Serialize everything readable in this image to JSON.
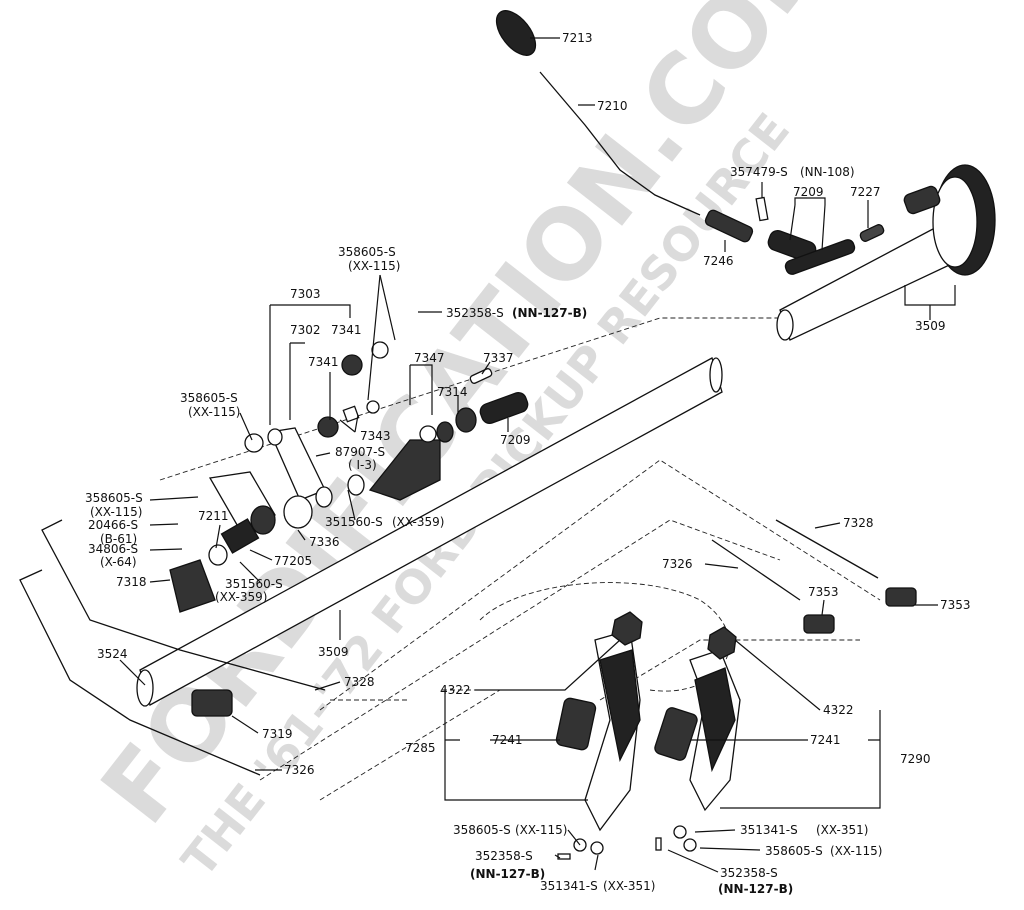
{
  "watermark": {
    "line1": "FORDIFICATION.COM",
    "line2": "THE '61-'72 FORD PICKUP RESOURCE"
  },
  "labels": {
    "p7213": "7213",
    "p7210": "7210",
    "p357479": "357479-S",
    "p357479_sub": "(NN-108)",
    "p7209_top": "7209",
    "p7227": "7227",
    "p7246": "7246",
    "p3509_top": "3509",
    "p7303": "7303",
    "p358605_top": "358605-S",
    "p358605_top_sub": "(XX-115)",
    "p352358_top": "352358-S",
    "p352358_top_sub": "(NN-127-B)",
    "p7302": "7302",
    "p7341_a": "7341",
    "p7341_b": "7341",
    "p7347": "7347",
    "p7337": "7337",
    "p7314": "7314",
    "p7209_mid": "7209",
    "p7343": "7343",
    "p358605_left": "358605-S",
    "p358605_left_sub": "(XX-115)",
    "p87907": "87907-S",
    "p87907_sub": "( I-3)",
    "p358605_l2": "358605-S",
    "p358605_l2_sub": "(XX-115)",
    "p20466": "20466-S",
    "p20466_sub": "(B-61)",
    "p34806": "34806-S",
    "p34806_sub": "(X-64)",
    "p7318": "7318",
    "p7211": "7211",
    "p77205": "77205",
    "p351560_a": "351560-S",
    "p351560_a_sub": "(XX-359)",
    "p351560_b": "351560-S",
    "p351560_b_sub": "(XX-359)",
    "p7336": "7336",
    "p3509_mid": "3509",
    "p3524": "3524",
    "p7328_low": "7328",
    "p7319": "7319",
    "p7326_low": "7326",
    "p7328_right": "7328",
    "p7326_right": "7326",
    "p7353_a": "7353",
    "p7353_b": "7353",
    "p4322_left": "4322",
    "p4322_right": "4322",
    "p7285": "7285",
    "p7241_left": "7241",
    "p7241_right": "7241",
    "p7290": "7290",
    "p358605_bot_left": "358605-S",
    "p358605_bot_left_sub": "(XX-115)",
    "p352358_bot_left": "352358-S",
    "p352358_bot_left_sub": "(NN-127-B)",
    "p351341_bot_left": "351341-S",
    "p351341_bot_left_sub": "(XX-351)",
    "p351341_bot_right": "351341-S",
    "p351341_bot_right_sub": "(XX-351)",
    "p358605_bot_right": "358605-S",
    "p358605_bot_right_sub": "(XX-115)",
    "p352358_bot_right": "352358-S",
    "p352358_bot_right_sub": "(NN-127-B)"
  }
}
